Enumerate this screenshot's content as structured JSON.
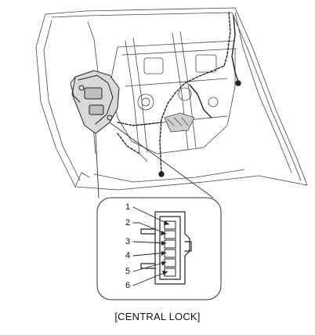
{
  "caption": "[CENTRAL LOCK]",
  "connector": {
    "pins": [
      "1",
      "2",
      "3",
      "4",
      "5",
      "6"
    ]
  }
}
